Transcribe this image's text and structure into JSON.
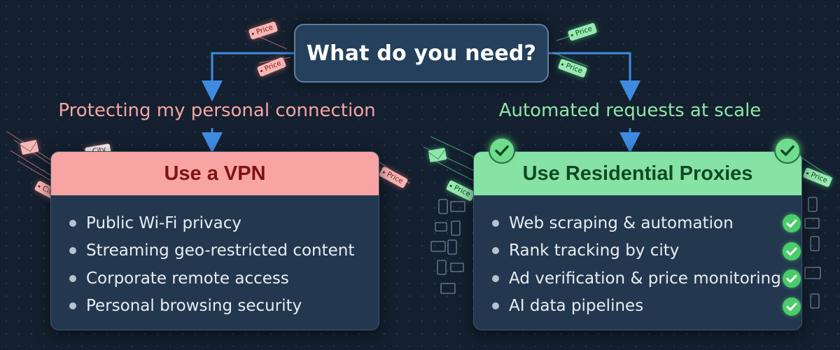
{
  "question": "What do you need?",
  "branches": {
    "left": {
      "heading": "Protecting my personal connection",
      "card_title": "Use a VPN",
      "items": [
        "Public Wi-Fi privacy",
        "Streaming geo-restricted content",
        "Corporate remote access",
        "Personal browsing security"
      ]
    },
    "right": {
      "heading": "Automated requests at scale",
      "card_title": "Use Residential Proxies",
      "items": [
        "Web scraping & automation",
        "Rank tracking by city",
        "Ad verification & price monitoring",
        "AI data pipelines"
      ]
    }
  },
  "decor_tags": {
    "price": "Price",
    "city": "City"
  },
  "colors": {
    "background": "#14202f",
    "question_box": "#24405c",
    "vpn_accent": "#f7a4a2",
    "vpn_title": "#7e1212",
    "proxy_accent": "#87e3a5",
    "proxy_title": "#0e4a24",
    "arrow": "#3f8be0",
    "check": "#4ccb6b"
  },
  "icons": [
    "check-icon",
    "envelope-icon",
    "price-tag-icon",
    "city-tag-icon",
    "device-icon"
  ]
}
